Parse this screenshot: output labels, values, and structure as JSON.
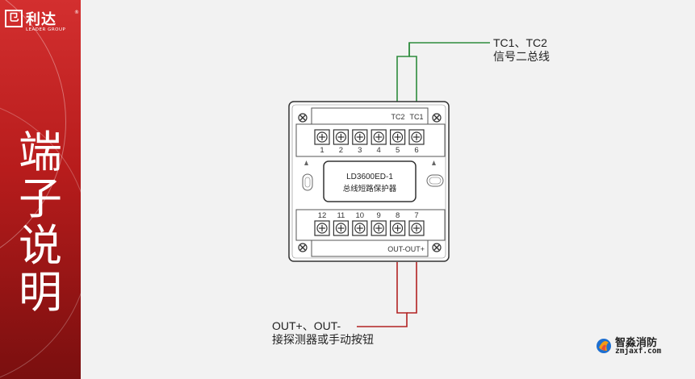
{
  "logo": {
    "mark": "㔾",
    "name": "利达",
    "registered": "®",
    "tagline": "LEADER GROUP"
  },
  "sidebar": {
    "title_chars": [
      "端",
      "子",
      "说",
      "明"
    ]
  },
  "device": {
    "model": "LD3600ED-1",
    "name": "总线短路保护器",
    "top_labels": [
      "TC2",
      "TC1"
    ],
    "bottom_label": "OUT-OUT+",
    "top_terminals": [
      "1",
      "2",
      "3",
      "4",
      "5",
      "6"
    ],
    "bottom_terminals": [
      "12",
      "11",
      "10",
      "9",
      "8",
      "7"
    ]
  },
  "callouts": {
    "top": {
      "line1": "TC1、TC2",
      "line2": "信号二总线",
      "wire_color": "#2e8b3d"
    },
    "bottom": {
      "line1": "OUT+、OUT-",
      "line2": "接探测器或手动按钮",
      "wire_color": "#b22222"
    }
  },
  "watermark": {
    "name": "智淼消防",
    "url": "zmjaxf.com"
  }
}
